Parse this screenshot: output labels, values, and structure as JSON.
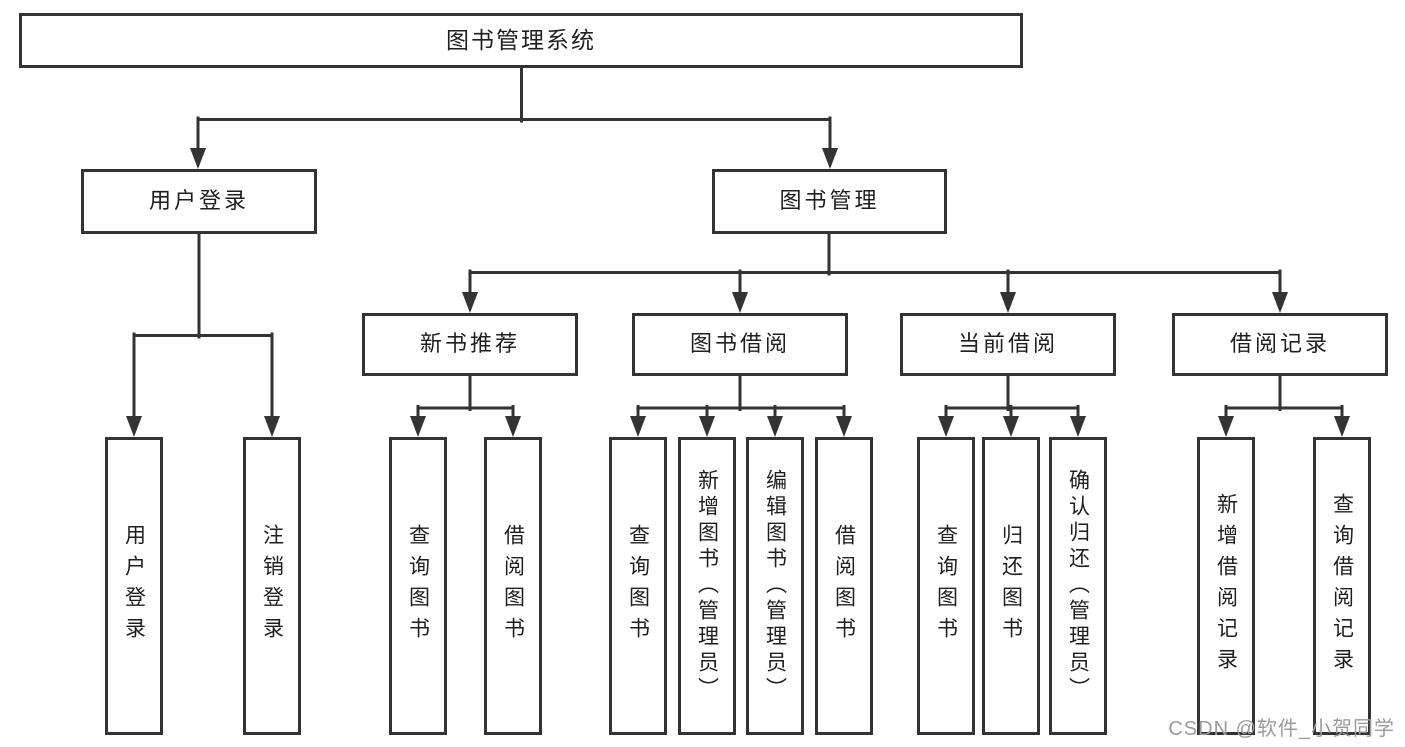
{
  "diagram": {
    "root": {
      "label": "图书管理系统"
    },
    "branches": [
      {
        "label": "用户登录",
        "children": [
          {
            "label": "用户登录"
          },
          {
            "label": "注销登录"
          }
        ]
      },
      {
        "label": "图书管理",
        "children": [
          {
            "label": "新书推荐",
            "children": [
              {
                "label": "查询图书"
              },
              {
                "label": "借阅图书"
              }
            ]
          },
          {
            "label": "图书借阅",
            "children": [
              {
                "label": "查询图书"
              },
              {
                "label": "新增图书（管理员）"
              },
              {
                "label": "编辑图书（管理员）"
              },
              {
                "label": "借阅图书"
              }
            ]
          },
          {
            "label": "当前借阅",
            "children": [
              {
                "label": "查询图书"
              },
              {
                "label": "归还图书"
              },
              {
                "label": "确认归还（管理员）"
              }
            ]
          },
          {
            "label": "借阅记录",
            "children": [
              {
                "label": "新增借阅记录"
              },
              {
                "label": "查询借阅记录"
              }
            ]
          }
        ]
      }
    ]
  },
  "watermark": {
    "text": "CSDN @软件_小贺同学"
  },
  "colors": {
    "line": "#333333",
    "text": "#1f1f1f",
    "watermark": "#9b9b9b",
    "background": "#ffffff"
  }
}
